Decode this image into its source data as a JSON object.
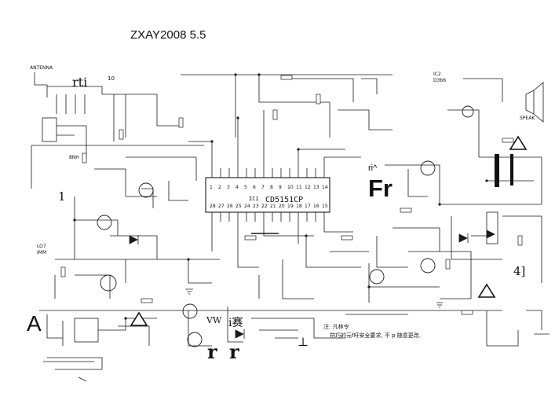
{
  "title": "ZXAY2008 5.5",
  "ic1": {
    "name": "CD5151CP",
    "ref": "IC1",
    "top_pins": [
      "1",
      "2",
      "3",
      "4",
      "5",
      "6",
      "7",
      "8",
      "9",
      "10",
      "11",
      "12",
      "13",
      "14"
    ],
    "bottom_pins": [
      "28",
      "27",
      "26",
      "25",
      "24",
      "23",
      "22",
      "21",
      "20",
      "19",
      "18",
      "17",
      "16",
      "15"
    ]
  },
  "labels": {
    "rti": "rti",
    "ten": "10",
    "one": "1",
    "ri": "ri^",
    "fr": "Fr",
    "four": "4]",
    "a": "A",
    "vw": "VW",
    "i_sai": "i赛",
    "r1": "r",
    "r2": "r",
    "tee": "⊥",
    "ic2": "IC2",
    "ds": "D3b6",
    "lo7": "LO7",
    "imm": "IMM",
    "ant": "ANTENNA",
    "b1": "8NH",
    "speaker": "SPEAK"
  },
  "note": {
    "line1": "注: 凡林令",
    "line2": "符巧的元f吁安全要求, 不 p  随意更改."
  },
  "warning_symbol": "!",
  "colors": {
    "ink": "#1a1a1a",
    "background": "#ffffff",
    "warning": "#111111"
  }
}
